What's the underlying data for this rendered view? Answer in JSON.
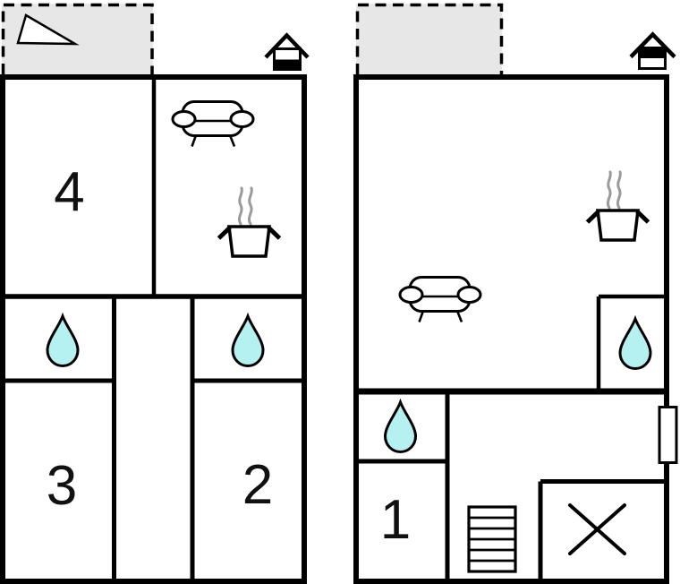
{
  "diagram": {
    "kind": "floor-plan",
    "floor_count": 2
  },
  "colors": {
    "wall": "#000000",
    "drop_fill": "#b5f1f1",
    "terrace_fill": "#e7e7e7",
    "steam": "#9a9a9a",
    "label": "#111111"
  },
  "left_floor": {
    "level_icon": "house-level-lower-icon",
    "terrace_icon": "dashed-terrace",
    "slope_icon": "slope-triangle-icon",
    "rooms": {
      "room4": {
        "label": "4"
      },
      "room3": {
        "label": "3"
      },
      "room2": {
        "label": "2"
      }
    },
    "fixture_icons": [
      "sofa-icon",
      "cooking-pot-icon",
      "water-drop-icon",
      "water-drop-icon"
    ]
  },
  "right_floor": {
    "level_icon": "house-level-upper-icon",
    "terrace_icon": "dashed-terrace",
    "rooms": {
      "room1": {
        "label": "1"
      }
    },
    "fixture_icons": [
      "sofa-icon",
      "cooking-pot-icon",
      "water-drop-icon",
      "water-drop-icon",
      "staircase-icon",
      "void-x-icon",
      "window-icon"
    ]
  }
}
